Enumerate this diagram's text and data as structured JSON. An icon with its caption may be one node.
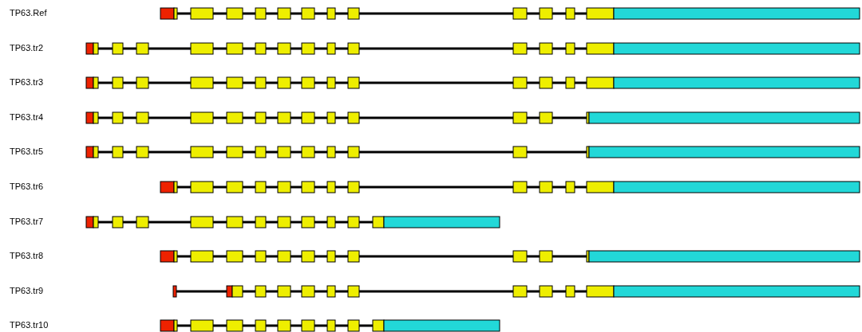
{
  "diagram": {
    "labels": [
      "TP63.Ref",
      "TP63.tr2",
      "TP63.tr3",
      "TP63.tr4",
      "TP63.tr5",
      "TP63.tr6",
      "TP63.tr7",
      "TP63.tr8",
      "TP63.tr9",
      "TP63.tr10"
    ]
  }
}
